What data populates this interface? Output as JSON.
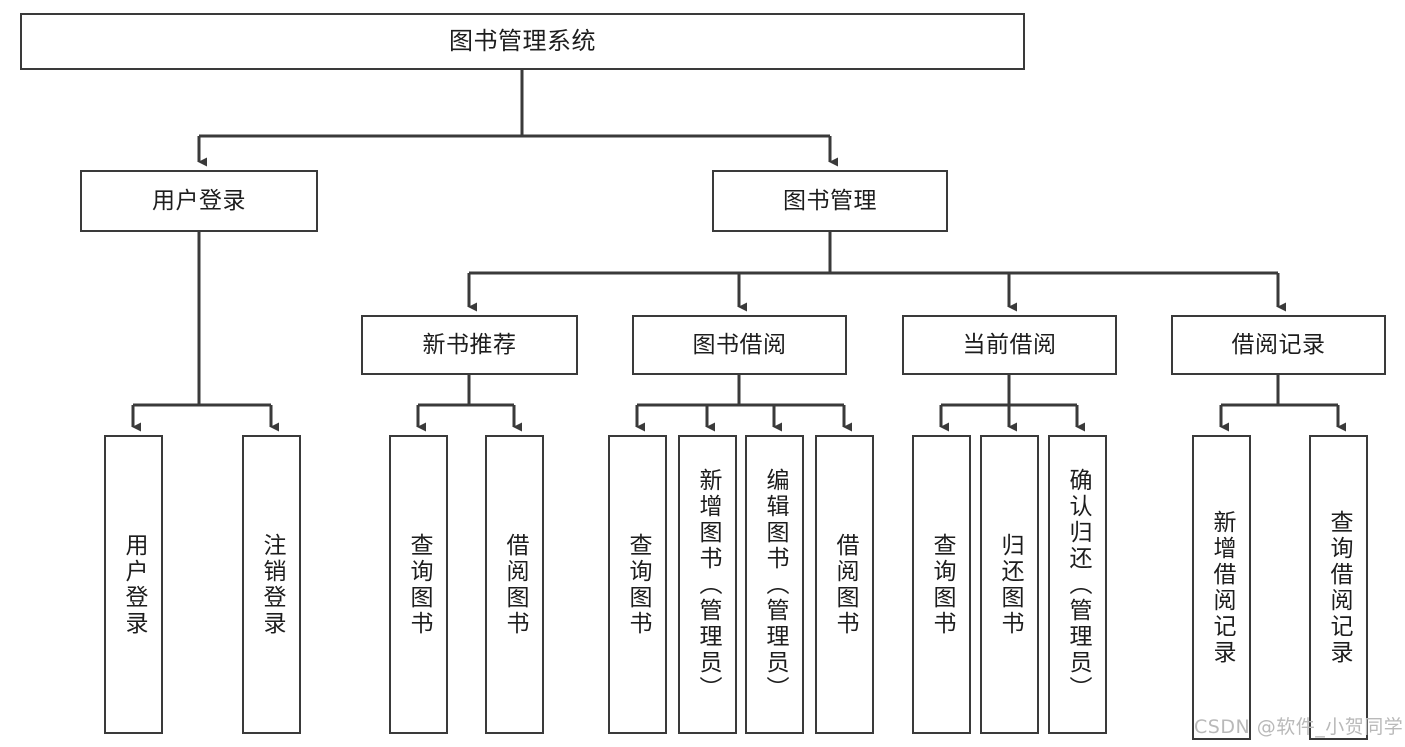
{
  "diagram": {
    "title": "图书管理系统",
    "type": "hierarchy-tree",
    "colors": {
      "box_border": "#3a3a3a",
      "box_fill": "#ffffff",
      "edge": "#3a3a3a",
      "text": "#1d1d1d",
      "watermark": "#b9b9b9"
    },
    "root": {
      "label": "图书管理系统"
    },
    "level1": [
      {
        "label": "用户登录"
      },
      {
        "label": "图书管理"
      }
    ],
    "level2": [
      {
        "label": "新书推荐"
      },
      {
        "label": "图书借阅"
      },
      {
        "label": "当前借阅"
      },
      {
        "label": "借阅记录"
      }
    ],
    "leaves": {
      "user_login": [
        {
          "label": "用户登录"
        },
        {
          "label": "注销登录"
        }
      ],
      "new_book": [
        {
          "label": "查询图书"
        },
        {
          "label": "借阅图书"
        }
      ],
      "book_borrow": [
        {
          "label": "查询图书"
        },
        {
          "label": "新增图书（管理员）"
        },
        {
          "label": "编辑图书（管理员）"
        },
        {
          "label": "借阅图书"
        }
      ],
      "current_borrow": [
        {
          "label": "查询图书"
        },
        {
          "label": "归还图书"
        },
        {
          "label": "确认归还（管理员）"
        }
      ],
      "borrow_record": [
        {
          "label": "新增借阅记录"
        },
        {
          "label": "查询借阅记录"
        }
      ]
    }
  },
  "watermark": {
    "text": "CSDN @软件_小贺同学"
  }
}
